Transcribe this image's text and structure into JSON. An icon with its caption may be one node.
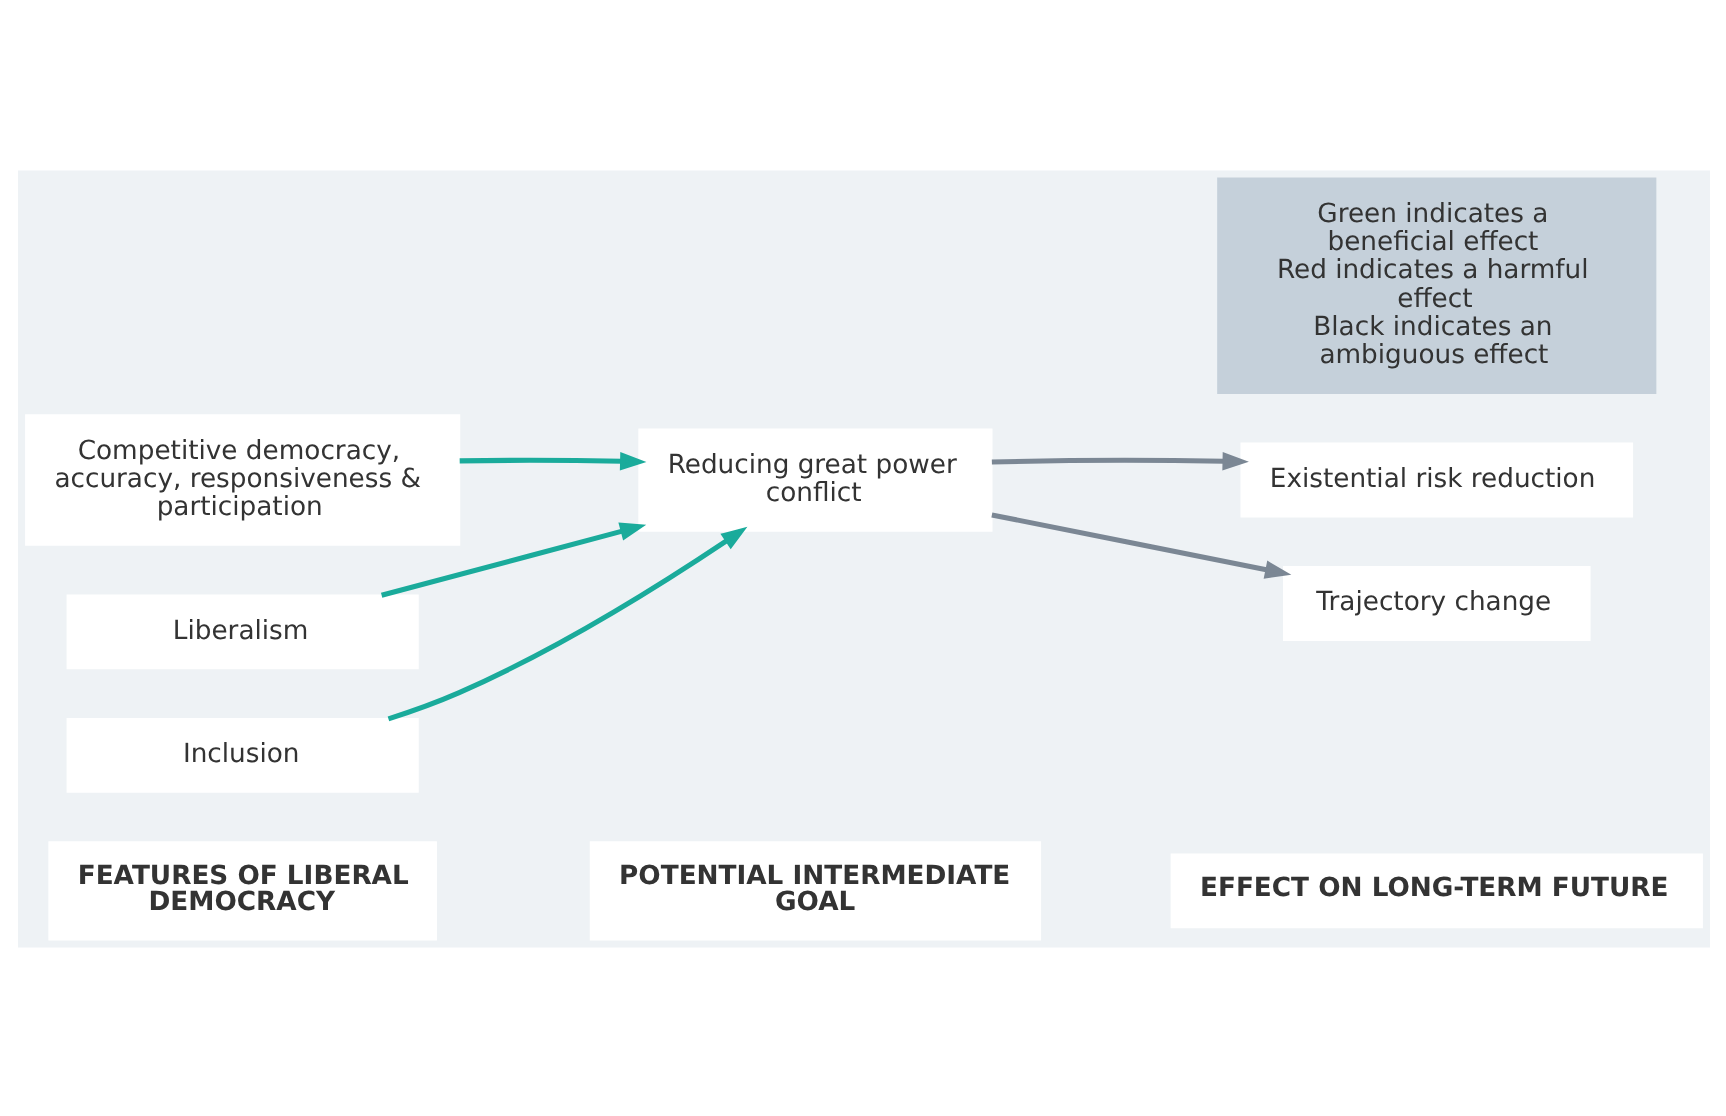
{
  "diagram": {
    "nodes": [
      {
        "text": [
          "FEATURES OF LIBERAL DEMOCRACY"
        ]
      },
      {
        "text": [
          "POTENTIAL INTERMEDIATE GOAL"
        ]
      },
      {
        "text": [
          "EFFECT ON LONG-TERM FUTURE"
        ]
      },
      {
        "text": [
          "Competitive democracy, accuracy, responsiveness & participation"
        ]
      },
      {
        "text": [
          "Reducing great power conflict"
        ]
      },
      {
        "text": [
          "Existential risk reduction"
        ]
      },
      {
        "text": [
          "Trajectory change"
        ]
      },
      {
        "text": [
          "Liberalism"
        ]
      },
      {
        "text": [
          "Inclusion"
        ]
      },
      {
        "text": [
          "Green indicates a beneficial effect",
          "Red indicates a harmful effect",
          "Black indicates an ambiguous effect"
        ]
      }
    ],
    "edges": [
      {
        "from": 3,
        "to": 4,
        "arrow": "to"
      },
      {
        "from": 7,
        "to": 4,
        "arrow": "to"
      },
      {
        "from": 8,
        "to": 4,
        "arrow": "to"
      },
      {
        "from": 4,
        "to": 5,
        "arrow": "to",
        "color": "#7b8794"
      },
      {
        "from": 4,
        "to": 6,
        "arrow": "to",
        "color": "#7b8794"
      }
    ]
  }
}
